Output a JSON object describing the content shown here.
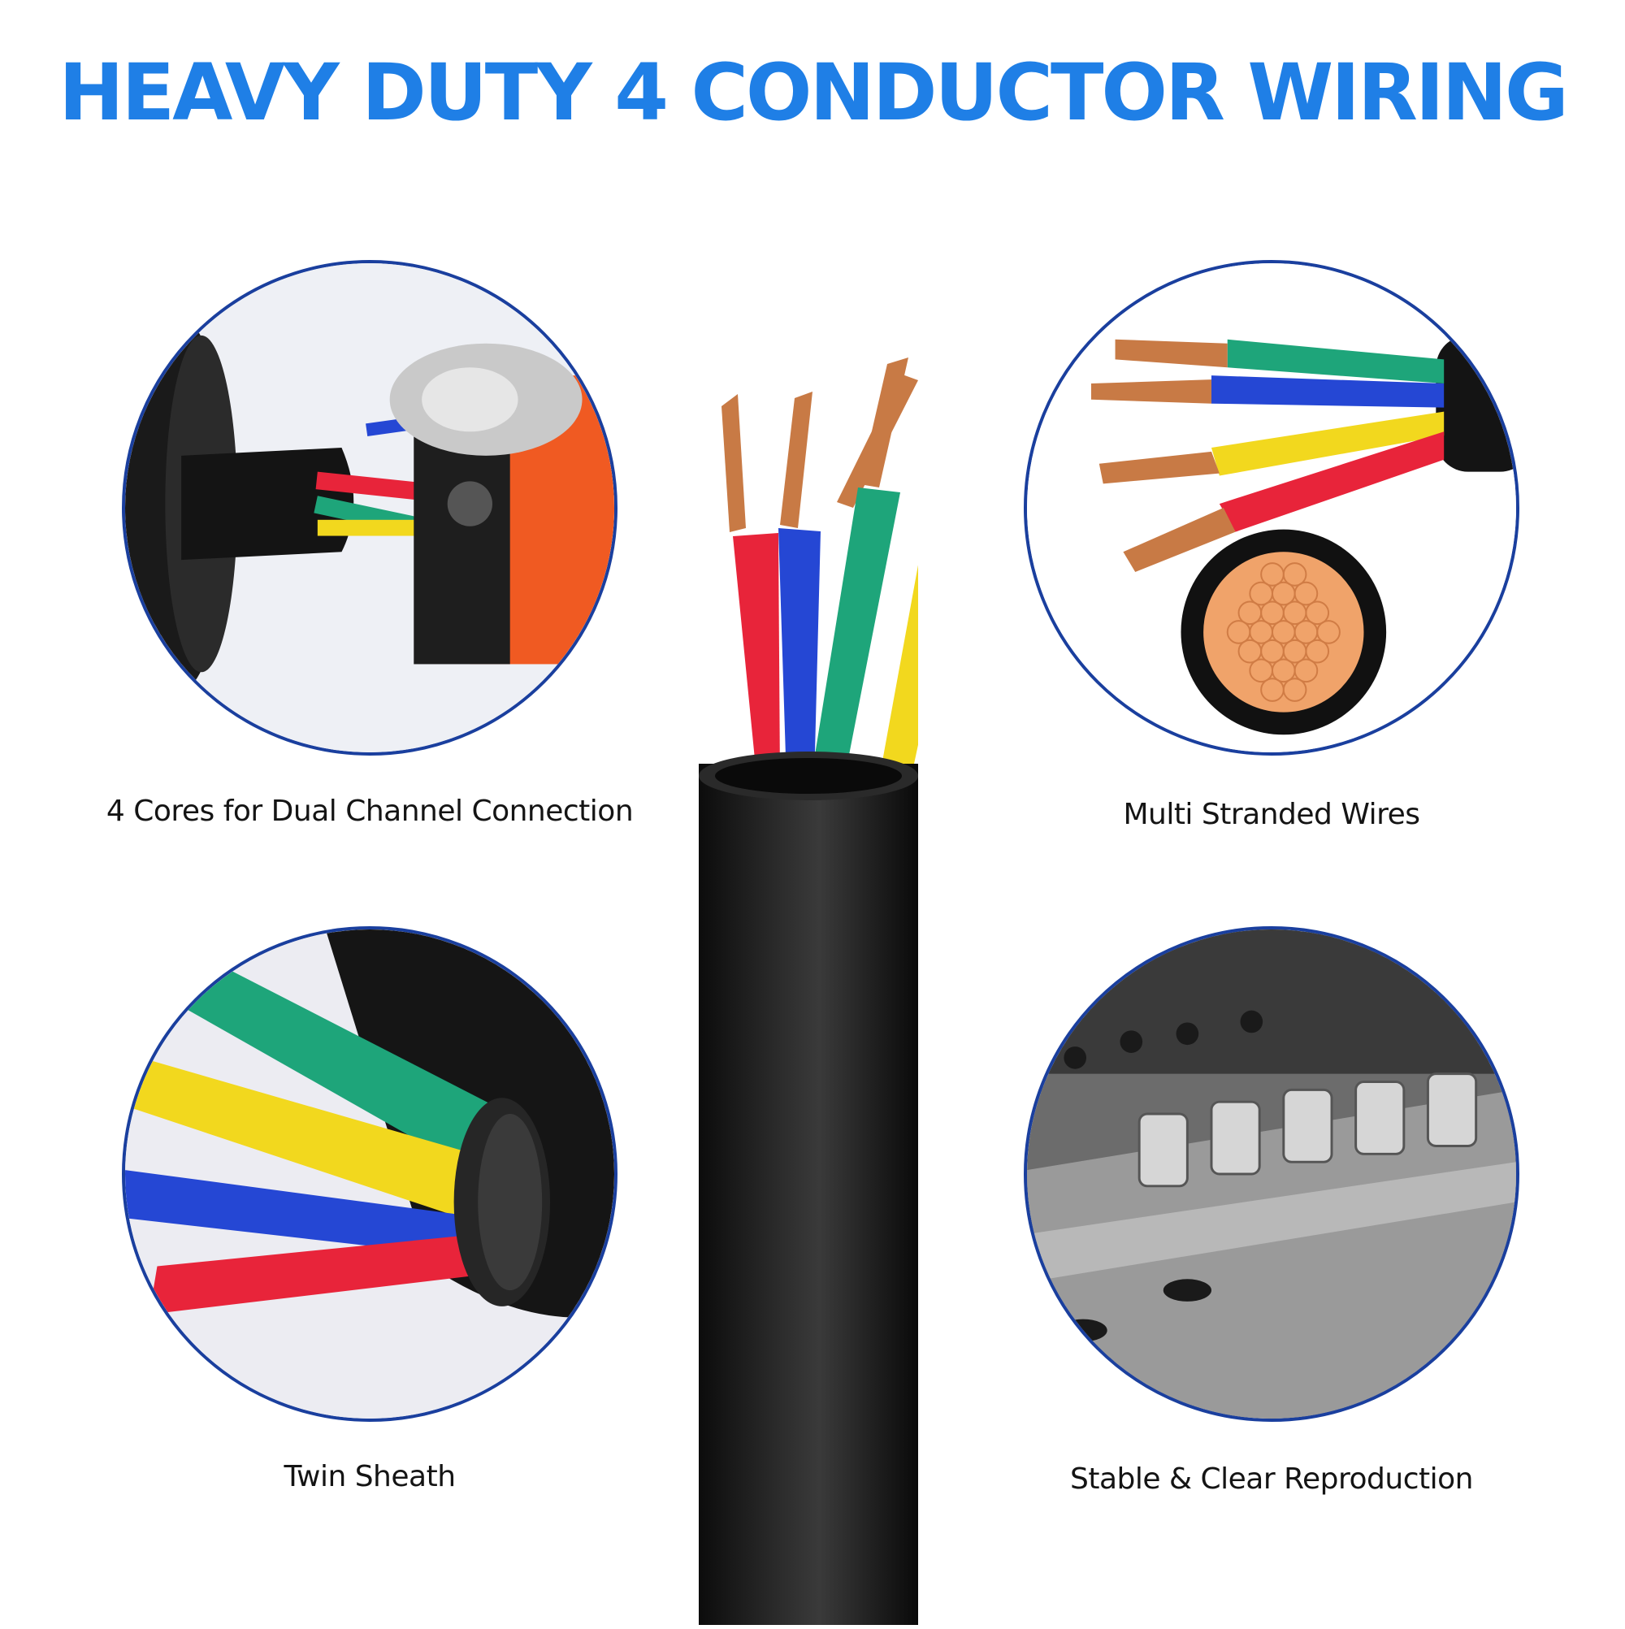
{
  "title": "HEAVY DUTY 4 CONDUCTOR WIRING",
  "colors": {
    "title": "#1f7fe6",
    "circle_border": "#1a3f9e",
    "red": "#e8243a",
    "blue": "#2547d4",
    "green": "#1ea57a",
    "yellow": "#f2d81e",
    "copper": "#c87a45",
    "jacket": "#151515"
  },
  "features": [
    {
      "caption": "4 Cores for Dual Channel Connection",
      "icon": "connector-plug-icon"
    },
    {
      "caption": "Multi Stranded Wires",
      "icon": "stranded-wire-icon"
    },
    {
      "caption": "Twin Sheath",
      "icon": "twin-sheath-icon"
    },
    {
      "caption": "Stable & Clear Reproduction",
      "icon": "audio-mixer-icon"
    }
  ]
}
